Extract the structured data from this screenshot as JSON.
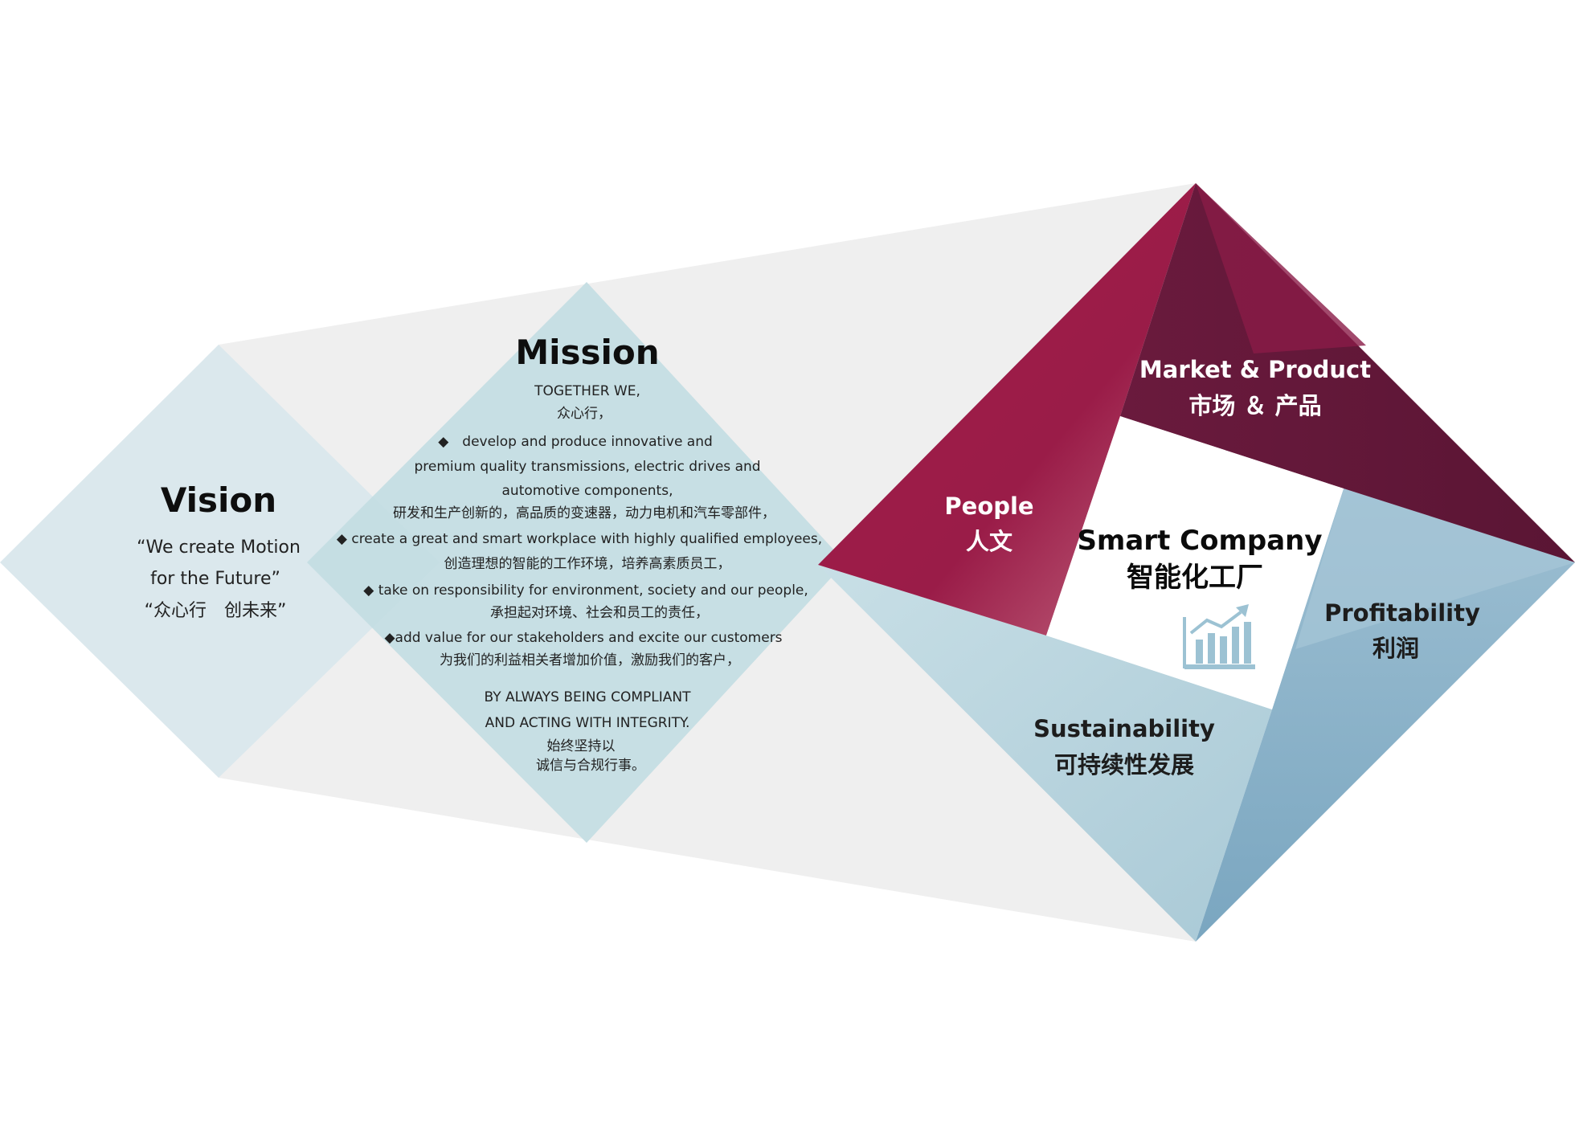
{
  "vision": {
    "title": "Vision",
    "quote_en_1": "“We create Motion",
    "quote_en_2": "for the Future”",
    "quote_cn": "“众心行　创未来”"
  },
  "mission": {
    "title": "Mission",
    "lines": [
      "TOGETHER WE,",
      "众心行，",
      "◆　develop and produce innovative and",
      "premium quality transmissions, electric drives and",
      "automotive components,",
      "研发和生产创新的，高品质的变速器，动力电机和汽车零部件，",
      "◆  create a great and smart workplace with highly qualified employees,",
      "创造理想的智能的工作环境，培养高素质员工，",
      "◆ take on responsibility for environment, society and our people,",
      "承担起对环境、社会和员工的责任，",
      "◆add value for our stakeholders and excite our customers",
      "为我们的利益相关者增加价值，激励我们的客户，",
      "BY ALWAYS BEING COMPLIANT",
      "AND ACTING WITH INTEGRITY.",
      "始终坚持以",
      "诚信与合规行事。"
    ]
  },
  "diamond": {
    "market_en": "Market & Product",
    "market_cn": "市场 ＆ 产品",
    "people_en": "People",
    "people_cn": "人文",
    "profit_en": "Profitability",
    "profit_cn": "利润",
    "sustain_en": "Sustainability",
    "sustain_cn": "可持续性发展",
    "center_en": "Smart Company",
    "center_cn": "智能化工厂",
    "chart_icon": "bar-chart-growth-icon"
  },
  "colors": {
    "vision_fill": "#dbe8ed",
    "mission_fill": "#c4dde3",
    "funnel_fill": "#efefef",
    "crimson": "#9a1c48",
    "dark_maroon": "#5e1737",
    "steel_blue": "#7fa9c3",
    "light_blue": "#c6dde5",
    "icon_blue": "#9cc2d3"
  }
}
